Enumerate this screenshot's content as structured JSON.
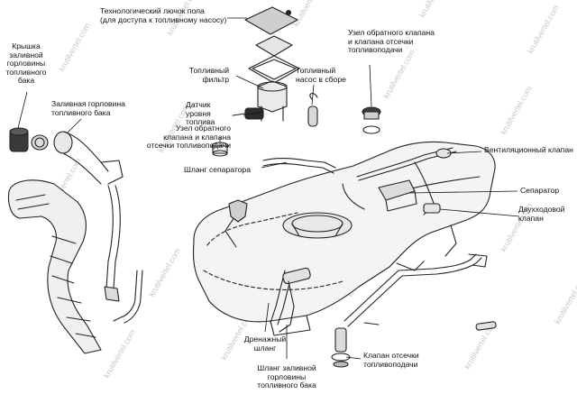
{
  "labels": {
    "floor_hatch": "Технологический лючок пола\n(для доступа к топливному насосу)",
    "filler_cap": "Крышка\nзаливной\nгорловины\nтопливного\nбака",
    "filler_neck": "Заливная горловина\nтопливного бака",
    "fuel_filter": "Топливный\nфильтр",
    "fuel_pump": "Топливный\nнасос в сборе",
    "level_sensor": "Датчик\nуровня\nтоплива",
    "check_valve_top": "Узел обратного клапана\nи клапана отсечки\nтопливоподачи",
    "check_valve_left": "Узел обратного\nклапана и клапана\nотсечки топливоподачи",
    "vent_valve": "Вентиляционный клапан",
    "separator_hose": "Шланг сепаратора",
    "separator": "Сепаратор",
    "two_way_valve": "Двухходовой\nклапан",
    "drain_hose": "Дренажный\nшланг",
    "cutoff_valve": "Клапан отсечки\nтопливоподачи",
    "filler_hose": "Шланг заливной\nгорловины\nтопливного бака"
  },
  "watermark": "krutilvertel.com"
}
